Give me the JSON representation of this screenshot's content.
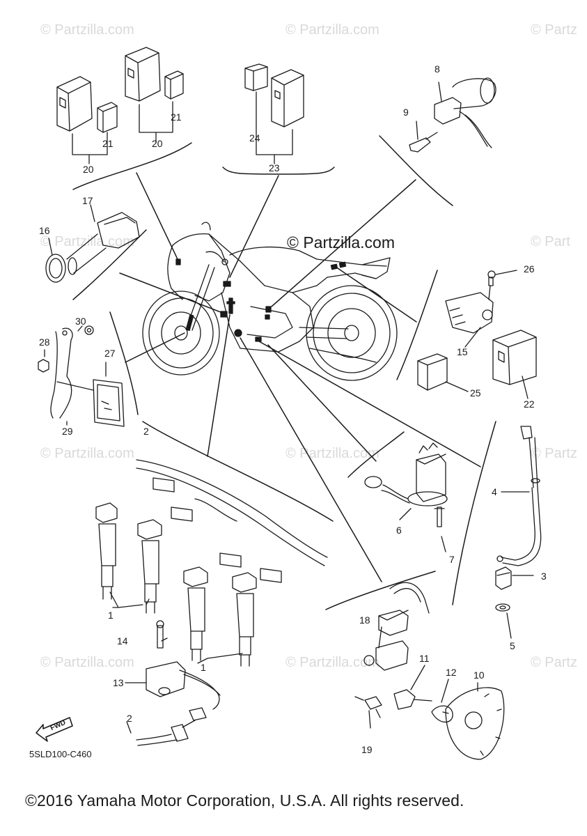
{
  "watermarks": [
    "© Partzilla.com",
    "© Partzilla.com",
    "© Partz",
    "© Partzilla.com",
    "© Partzilla.com",
    "© Part",
    "© Partzilla.com",
    "© Partzilla.com",
    "© Partz",
    "© Partzilla.com",
    "© Partzilla.com",
    "© Partz"
  ],
  "center_watermark": "© Partzilla.com",
  "callouts": {
    "c1a": "1",
    "c1b": "1",
    "c2a": "2",
    "c2b": "2",
    "c3": "3",
    "c4": "4",
    "c5": "5",
    "c6": "6",
    "c7": "7",
    "c8": "8",
    "c9": "9",
    "c10": "10",
    "c11": "11",
    "c12": "12",
    "c13": "13",
    "c14": "14",
    "c15": "15",
    "c16": "16",
    "c17": "17",
    "c18": "18",
    "c19": "19",
    "c20a": "20",
    "c20b": "20",
    "c21a": "21",
    "c21b": "21",
    "c22": "22",
    "c23": "23",
    "c24": "24",
    "c25": "25",
    "c26": "26",
    "c27": "27",
    "c28": "28",
    "c29": "29",
    "c30": "30"
  },
  "fwd_label": "FWD",
  "diagram_code": "5SLD100-C460",
  "copyright": "©2016 Yamaha Motor Corporation, U.S.A. All rights reserved."
}
